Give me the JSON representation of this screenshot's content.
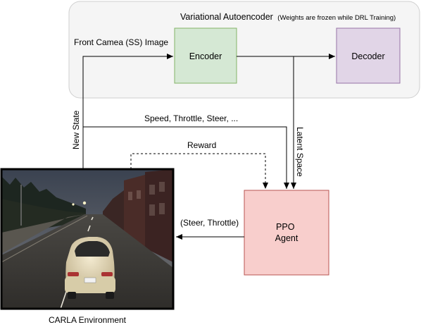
{
  "vae": {
    "title": "Variational Autoencoder",
    "note": "(Weights are frozen while DRL Training)",
    "encoder_label": "Encoder",
    "decoder_label": "Decoder"
  },
  "ppo": {
    "line1": "PPO",
    "line2": "Agent"
  },
  "edges": {
    "front_camera": "Front Camea (SS) Image",
    "new_state": "New State",
    "speed_throttle": "Speed, Throttle, Steer, ...",
    "reward": "Reward",
    "latent_space": "Latent Space",
    "action": "(Steer, Throttle)"
  },
  "environment": {
    "caption": "CARLA Environment"
  },
  "colors": {
    "vae_container_fill": "#f5f5f5",
    "vae_container_stroke": "#cfcfcf",
    "encoder_fill": "#d5e8d4",
    "encoder_stroke": "#82b366",
    "decoder_fill": "#e1d5e7",
    "decoder_stroke": "#9673a6",
    "ppo_fill": "#f8cecc",
    "ppo_stroke": "#b85450",
    "arrow": "#000000"
  }
}
